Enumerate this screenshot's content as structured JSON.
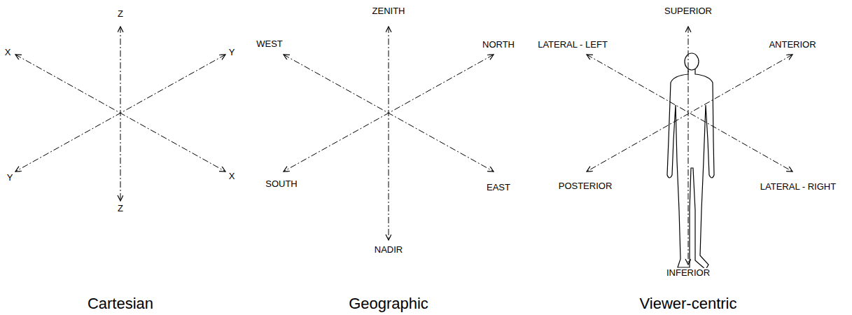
{
  "diagram": {
    "labels": [
      "Z",
      "X",
      "Y",
      "Y",
      "X",
      "Z",
      "ZENITH",
      "WEST",
      "NORTH",
      "SOUTH",
      "EAST",
      "NADIR",
      "SUPERIOR",
      "LATERAL - LEFT",
      "ANTERIOR",
      "POSTERIOR",
      "LATERAL - RIGHT",
      "INFERIOR",
      "Cartesian",
      "Geographic",
      "Viewer-centric"
    ]
  }
}
